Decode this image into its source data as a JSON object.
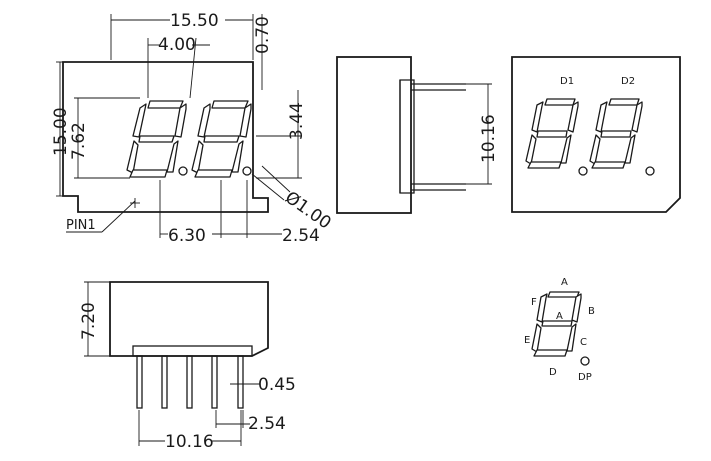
{
  "front_view": {
    "dim_width": "15.50",
    "dim_top_gap": "0.70",
    "dim_digit_width": "4.00",
    "dim_height": "15.00",
    "dim_digit_height": "7.62",
    "dim_half_digit": "3.44",
    "dim_dp": "1.00",
    "dim_pitch_digit": "6.30",
    "dim_pin_pitch": "2.54",
    "pin1_label": "PIN1"
  },
  "side_view": {
    "dim_pin_span": "10.16"
  },
  "top_view": {
    "digit1_label": "D1",
    "digit2_label": "D2"
  },
  "bottom_view": {
    "dim_height": "7.20",
    "dim_pin_width": "0.45",
    "dim_pin_pitch": "2.54",
    "dim_row_span": "10.16"
  },
  "segment_key": {
    "seg_a": "A",
    "seg_b": "B",
    "seg_c": "C",
    "seg_d": "D",
    "seg_e": "E",
    "seg_f": "F",
    "seg_g": "A",
    "seg_dp": "DP"
  }
}
